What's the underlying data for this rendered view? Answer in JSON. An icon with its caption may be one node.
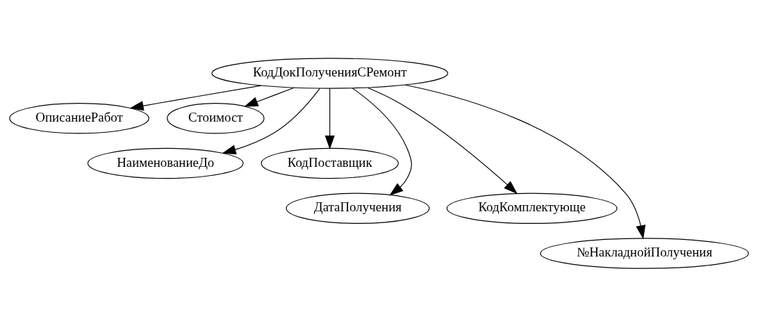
{
  "diagram": {
    "nodes": [
      {
        "text": [
          "КодДокПолученияСРемонт"
        ]
      },
      {
        "text": [
          "ОписаниеРабот"
        ]
      },
      {
        "text": [
          "Стоимост"
        ]
      },
      {
        "text": [
          "НаименованиеДо"
        ]
      },
      {
        "text": [
          "КодПоставщик"
        ]
      },
      {
        "text": [
          "ДатаПолучения"
        ]
      },
      {
        "text": [
          "КодКомплектующе"
        ]
      },
      {
        "text": [
          "№НакладнойПолучения"
        ]
      }
    ],
    "edges": [
      {
        "from": 0,
        "to": 1,
        "arrow": "to"
      },
      {
        "from": 0,
        "to": 3,
        "arrow": "to"
      },
      {
        "from": 0,
        "to": 5,
        "arrow": "to"
      },
      {
        "from": 0,
        "to": 7,
        "arrow": "to"
      },
      {
        "from": 0,
        "to": 6,
        "arrow": "to"
      },
      {
        "from": 0,
        "to": 4,
        "arrow": "to"
      },
      {
        "from": 0,
        "to": 2,
        "arrow": "to"
      }
    ]
  }
}
